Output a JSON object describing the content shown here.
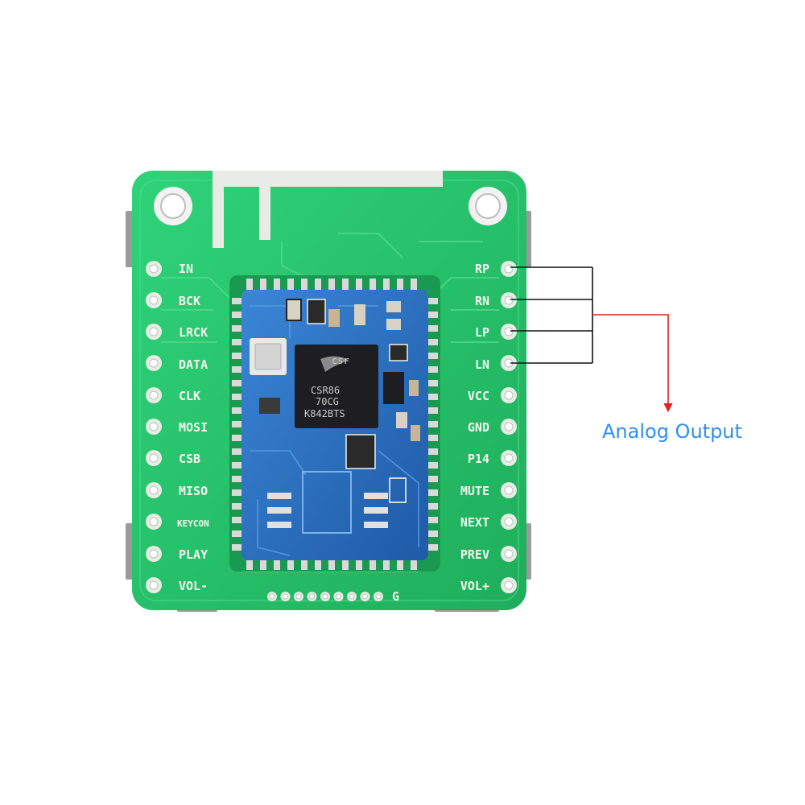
{
  "pins_left": [
    "IN",
    "BCK",
    "LRCK",
    "DATA",
    "CLK",
    "MOSI",
    "CSB",
    "MISO",
    "KEYCON",
    "PLAY",
    "VOL-"
  ],
  "pins_right": [
    "RP",
    "RN",
    "LP",
    "LN",
    "VCC",
    "GND",
    "P14",
    "MUTE",
    "NEXT",
    "PREV",
    "VOL+"
  ],
  "bottom_header_label": "G",
  "chip": {
    "brand": "csr",
    "line1": "CSR86",
    "line2": "70CG",
    "line3": "K842BTS"
  },
  "annotation": {
    "label": "Analog Output",
    "bracket_color": "#111111",
    "arrow_color": "#e3211c",
    "label_color": "#2f8ff0"
  },
  "colors": {
    "pcb_green": "#27c46a",
    "module_blue": "#2a6fc0",
    "chip_black": "#1e1e22"
  }
}
